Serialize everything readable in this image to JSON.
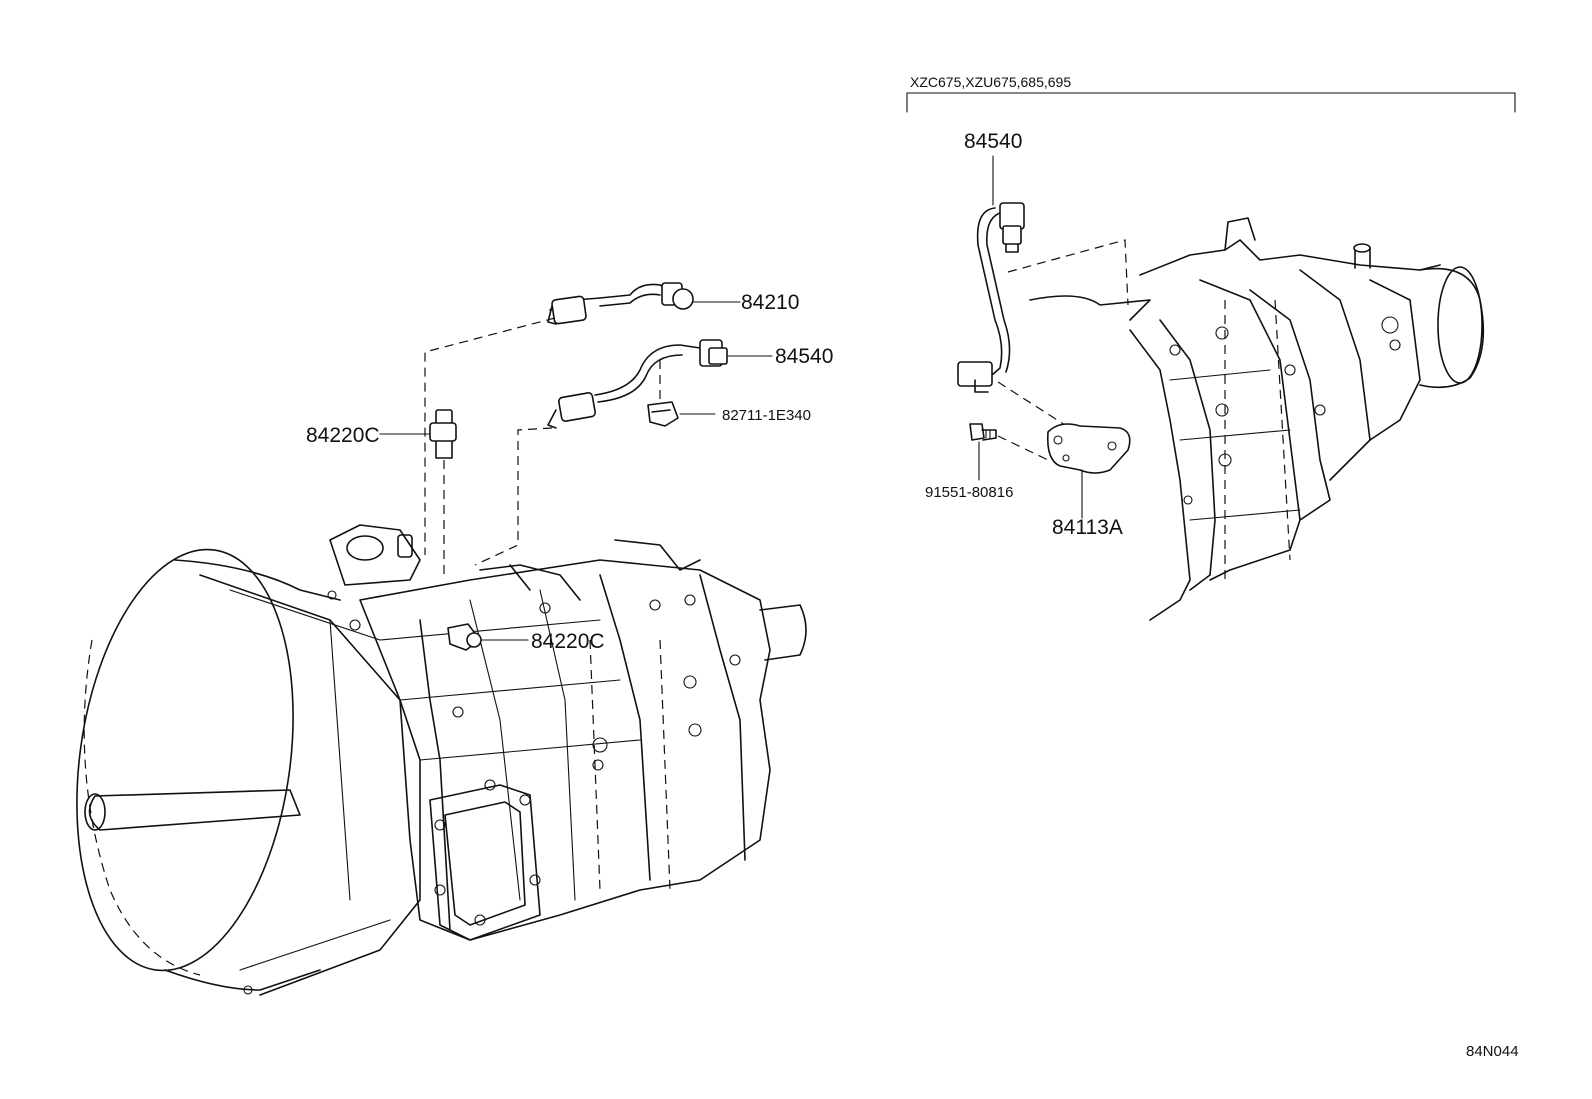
{
  "variant_label": "XZC675,XZU675,685,695",
  "diagram_code": "84N044",
  "callouts": {
    "sensor_84210": "84210",
    "sensor_84540_main": "84540",
    "clip_82711": "82711-1E340",
    "switch_84220c_top": "84220C",
    "switch_84220c_body": "84220C",
    "sensor_84540_variant": "84540",
    "bolt_91551": "91551-80816",
    "bracket_84113a": "84113A"
  },
  "icons": {
    "main_transmission": "manual-transmission-assembly",
    "variant_transmission": "transmission-partial-view",
    "sensor": "wired-sensor-connector",
    "switch": "threaded-switch",
    "clip": "wire-clip",
    "bolt": "flange-bolt",
    "bracket": "sensor-bracket"
  },
  "colors": {
    "line": "#111111",
    "background": "#ffffff"
  }
}
